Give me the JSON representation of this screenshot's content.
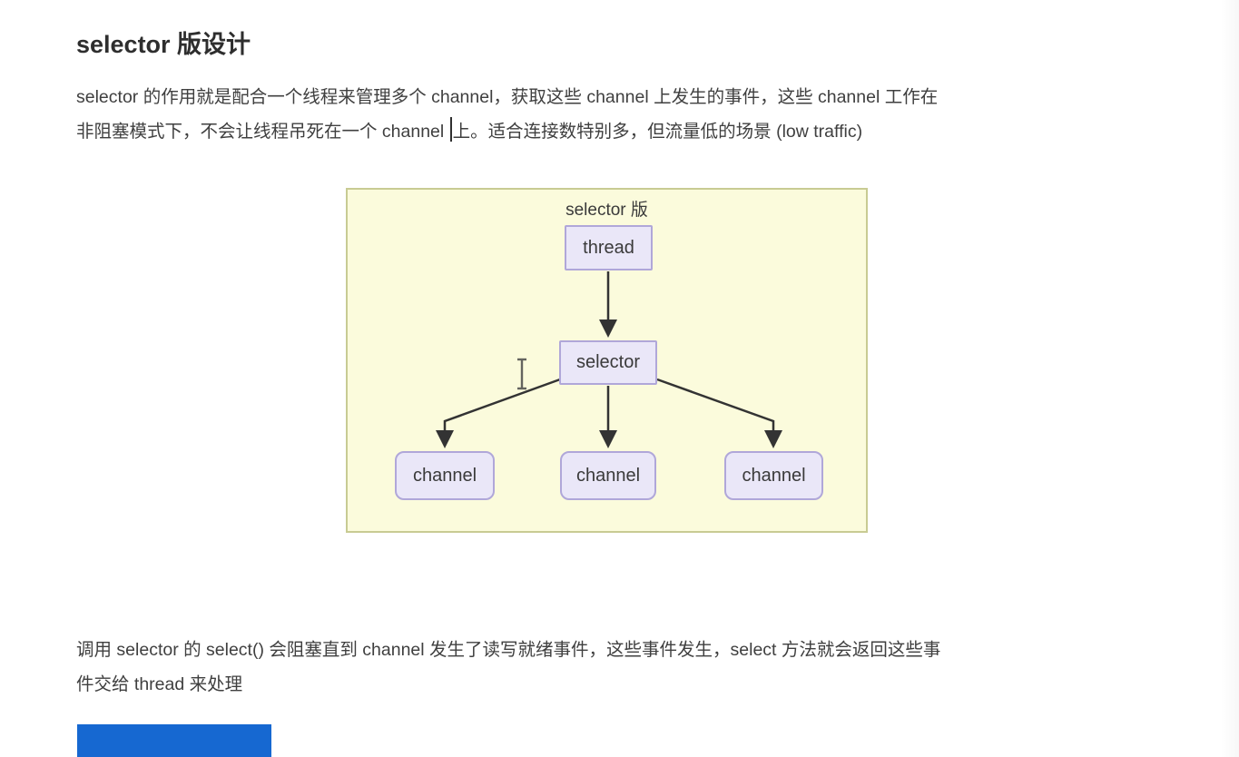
{
  "doc": {
    "heading": "selector 版设计",
    "para1": {
      "line1": "selector 的作用就是配合一个线程来管理多个 channel，获取这些 channel 上发生的事件，这些 channel 工作在",
      "line2_before_caret": "非阻塞模式下，不会让线程吊死在一个 channel ",
      "line2_after_caret": "上。适合连接数特别多，但流量低的场景 (low traffic)"
    },
    "para2": {
      "line1": "调用 selector 的 select() 会阻塞直到 channel 发生了读写就绪事件，这些事件发生，select 方法就会返回这些事",
      "line2": "件交给 thread 来处理"
    }
  },
  "diagram": {
    "title": "selector 版",
    "nodes": {
      "thread": "thread",
      "selector": "selector",
      "channels": [
        "channel",
        "channel",
        "channel"
      ]
    },
    "colors": {
      "panel_bg": "#fbfbdc",
      "panel_border": "#c8cb93",
      "node_bg": "#eae7f8",
      "node_border": "#b0a7d9",
      "arrow": "#333333",
      "cursor": "#4a4a4a"
    }
  },
  "overlay": {
    "blue_bar_color": "#1668d1"
  }
}
